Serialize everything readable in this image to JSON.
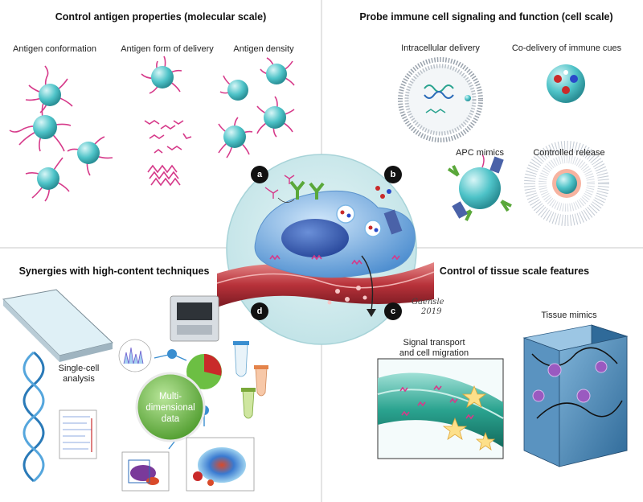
{
  "quadrants": {
    "top_left": {
      "title": "Control antigen properties (molecular scale)",
      "labels": [
        "Antigen conformation",
        "Antigen form of delivery",
        "Antigen density"
      ]
    },
    "top_right": {
      "title": "Probe immune cell signaling and function (cell scale)",
      "labels": [
        "Intracellular delivery",
        "Co-delivery of immune cues",
        "APC mimics",
        "Controlled release"
      ]
    },
    "bottom_left": {
      "title": "Synergies with high-content techniques",
      "single_cell": [
        "Single-cell",
        "analysis"
      ],
      "multi_data": [
        "Multi-",
        "dimensional",
        "data"
      ]
    },
    "bottom_right": {
      "title": "Control of tissue scale features",
      "signal_transport": [
        "Signal transport",
        "and cell migration"
      ],
      "tissue_mimics": "Tissue mimics"
    }
  },
  "badges": [
    "a",
    "b",
    "c",
    "d"
  ],
  "signature": {
    "name": "Gaensle",
    "year": "2019"
  },
  "colors": {
    "nanoparticle": "#4ec3c8",
    "antigen": "#d63a8a",
    "cell": "#7bb6e6",
    "vessel": "#b8323a",
    "center_disc": "#cfe9ec",
    "pie_green": "#6cbf43",
    "pie_red": "#c92a2a",
    "tissue_cube": "#4f89b6"
  }
}
